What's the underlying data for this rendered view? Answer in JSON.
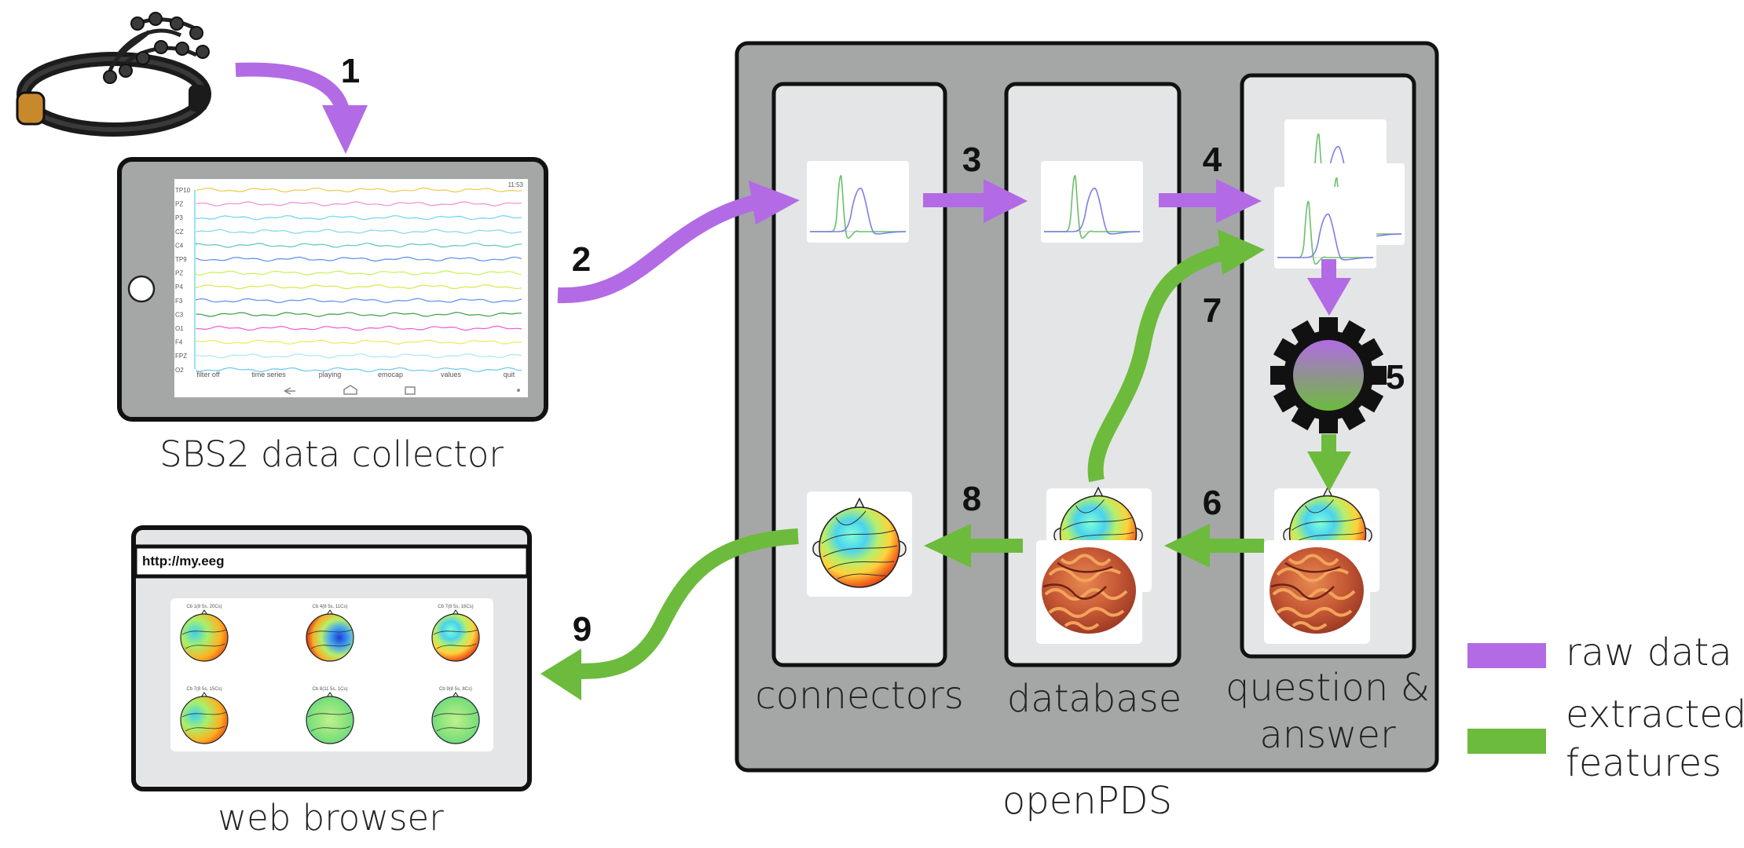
{
  "colors": {
    "raw": "#b26be4",
    "features": "#6cbb3c",
    "panel_dark": "#a5a7a7",
    "panel_light": "#e4e5e6",
    "line": "#111111"
  },
  "legend": [
    {
      "id": "raw",
      "label": "raw data"
    },
    {
      "id": "features",
      "label_lines": [
        "extracted",
        "features"
      ]
    }
  ],
  "labels": {
    "collector": "SBS2 data collector",
    "browser": "web browser",
    "openpds": "openPDS",
    "connectors": "connectors",
    "database": "database",
    "qa_line1": "question &",
    "qa_line2": "answer"
  },
  "steps": [
    "1",
    "2",
    "3",
    "4",
    "5",
    "6",
    "7",
    "8",
    "9"
  ],
  "browser": {
    "url": "http://my.eeg",
    "map_titles": [
      "Cb 1(8 5s, 20Cs)",
      "Cb 4(8 5s, 11Cs)",
      "Cb 7(8 5s, 16Cs)",
      "Cb 7(8 5s, 15Cs)",
      "Cb 8(11 5s, 1Cs)",
      "Cb 9(8 5s, 8Cs)"
    ]
  },
  "tablet": {
    "clock": "11:53",
    "channels": [
      "TP10",
      "PZ",
      "P3",
      "CZ",
      "C4",
      "TP9",
      "PZ",
      "P4",
      "F3",
      "C3",
      "O1",
      "F4",
      "FPZ",
      "O2"
    ],
    "menu": [
      "filter off",
      "time series",
      "playing",
      "emocap",
      "values",
      "quit"
    ]
  }
}
